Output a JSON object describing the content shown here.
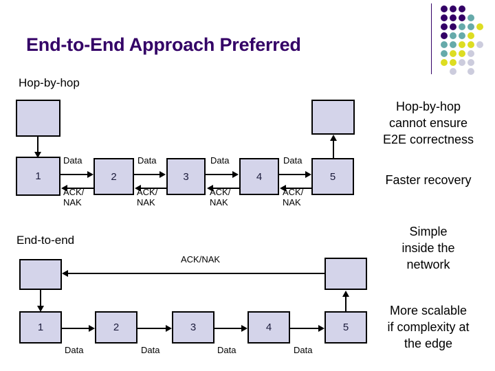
{
  "slide": {
    "title": "End-to-End Approach Preferred",
    "title_color": "#330066",
    "background": "#ffffff"
  },
  "logo": {
    "name": "dot-matrix-logo",
    "divider_color": "#330066",
    "colors": {
      "purple": "#330066",
      "teal": "#66aaaa",
      "yellow": "#dddd22",
      "lavender": "#ccccdd"
    },
    "dots": [
      {
        "col": 0,
        "row": 0,
        "color": "#330066"
      },
      {
        "col": 1,
        "row": 0,
        "color": "#330066"
      },
      {
        "col": 2,
        "row": 0,
        "color": "#330066"
      },
      {
        "col": 0,
        "row": 1,
        "color": "#330066"
      },
      {
        "col": 1,
        "row": 1,
        "color": "#330066"
      },
      {
        "col": 2,
        "row": 1,
        "color": "#330066"
      },
      {
        "col": 3,
        "row": 1,
        "color": "#66aaaa"
      },
      {
        "col": 0,
        "row": 2,
        "color": "#330066"
      },
      {
        "col": 1,
        "row": 2,
        "color": "#330066"
      },
      {
        "col": 2,
        "row": 2,
        "color": "#66aaaa"
      },
      {
        "col": 3,
        "row": 2,
        "color": "#66aaaa"
      },
      {
        "col": 4,
        "row": 2,
        "color": "#dddd22"
      },
      {
        "col": 0,
        "row": 3,
        "color": "#330066"
      },
      {
        "col": 1,
        "row": 3,
        "color": "#66aaaa"
      },
      {
        "col": 2,
        "row": 3,
        "color": "#66aaaa"
      },
      {
        "col": 3,
        "row": 3,
        "color": "#dddd22"
      },
      {
        "col": 0,
        "row": 4,
        "color": "#66aaaa"
      },
      {
        "col": 1,
        "row": 4,
        "color": "#66aaaa"
      },
      {
        "col": 2,
        "row": 4,
        "color": "#dddd22"
      },
      {
        "col": 3,
        "row": 4,
        "color": "#dddd22"
      },
      {
        "col": 4,
        "row": 4,
        "color": "#ccccdd"
      },
      {
        "col": 0,
        "row": 5,
        "color": "#66aaaa"
      },
      {
        "col": 1,
        "row": 5,
        "color": "#dddd22"
      },
      {
        "col": 2,
        "row": 5,
        "color": "#dddd22"
      },
      {
        "col": 3,
        "row": 5,
        "color": "#ccccdd"
      },
      {
        "col": 0,
        "row": 6,
        "color": "#dddd22"
      },
      {
        "col": 1,
        "row": 6,
        "color": "#dddd22"
      },
      {
        "col": 2,
        "row": 6,
        "color": "#ccccdd"
      },
      {
        "col": 3,
        "row": 6,
        "color": "#ccccdd"
      },
      {
        "col": 1,
        "row": 7,
        "color": "#ccccdd"
      },
      {
        "col": 3,
        "row": 7,
        "color": "#ccccdd"
      }
    ]
  },
  "diagrams": {
    "hop_by_hop": {
      "caption": "Hop-by-hop",
      "node_fill": "#d4d4ea",
      "endpoint_left_label": "",
      "endpoint_right_label": "",
      "nodes": [
        "1",
        "2",
        "3",
        "4",
        "5"
      ],
      "forward_label": "Data",
      "reverse_label": "ACK/\nNAK",
      "forward_labels": [
        "Data",
        "Data",
        "Data",
        "Data"
      ],
      "reverse_labels": [
        "ACK/\nNAK",
        "ACK/\nNAK",
        "ACK/\nNAK",
        "ACK/\nNAK"
      ]
    },
    "end_to_end": {
      "caption": "End-to-end",
      "node_fill": "#d4d4ea",
      "nodes": [
        "1",
        "2",
        "3",
        "4",
        "5"
      ],
      "ack_label": "ACK/NAK",
      "forward_labels": [
        "Data",
        "Data",
        "Data",
        "Data"
      ]
    }
  },
  "bullets": [
    "Hop-by-hop\ncannot ensure\nE2E correctness",
    "Faster recovery",
    "Simple\ninside the\nnetwork",
    "More scalable\nif complexity at\nthe edge"
  ]
}
